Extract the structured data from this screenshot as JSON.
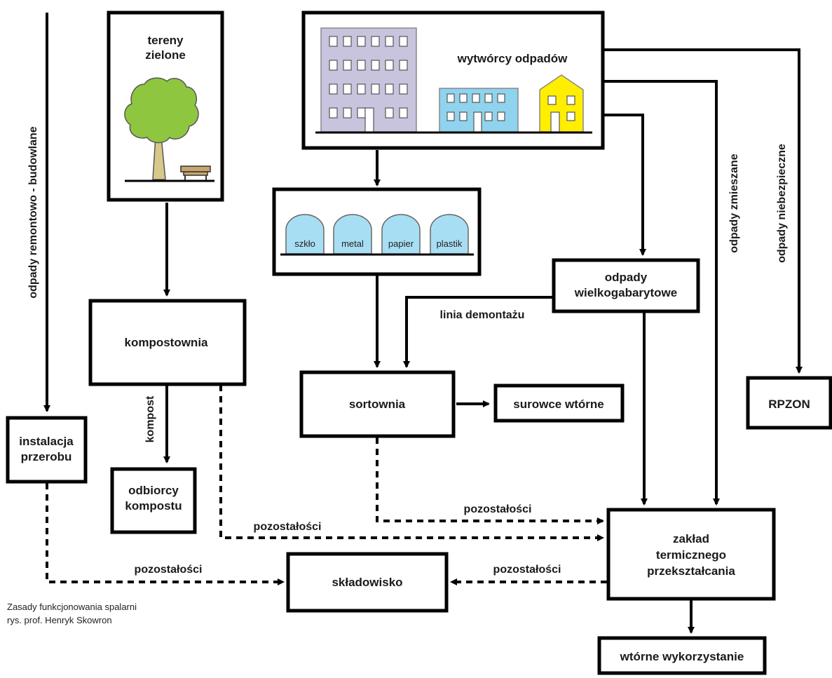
{
  "nodes": {
    "green": [
      "tereny",
      "zielone"
    ],
    "producers": "wytwórcy odpadów",
    "bins": [
      "szkło",
      "metal",
      "papier",
      "plastik"
    ],
    "bulky": [
      "odpady",
      "wielkogabarytowe"
    ],
    "compost_plant": "kompostownia",
    "sorting": "sortownia",
    "secondary": "surowce wtórne",
    "rpzon": "RPZON",
    "processing": [
      "instalacja",
      "przerobu"
    ],
    "compost_buyers": [
      "odbiorcy",
      "kompostu"
    ],
    "thermal": [
      "zakład",
      "termicznego",
      "przekształcania"
    ],
    "landfill": "składowisko",
    "reuse": "wtórne wykorzystanie"
  },
  "labels": {
    "construction": "odpady remontowo - budowlane",
    "mixed": "odpady zmieszane",
    "hazardous": "odpady niebezpieczne",
    "dismantling": "linia demontażu",
    "compost": "kompost",
    "residue_sorting": "pozostałości",
    "residue_compost": "pozostałości",
    "residue_processing": "pozostałości",
    "residue_thermal": "pozostałości"
  },
  "caption": {
    "line1": "Zasady funkcjonowania spalarni",
    "line2": "rys. prof. Henryk Skowron"
  },
  "colors": {
    "building_large": "#c8c4de",
    "building_medium": "#8fd3ee",
    "house": "#ffee00",
    "tree": "#8ec63f",
    "trunk": "#d8c98a",
    "bin": "#a8def3"
  }
}
